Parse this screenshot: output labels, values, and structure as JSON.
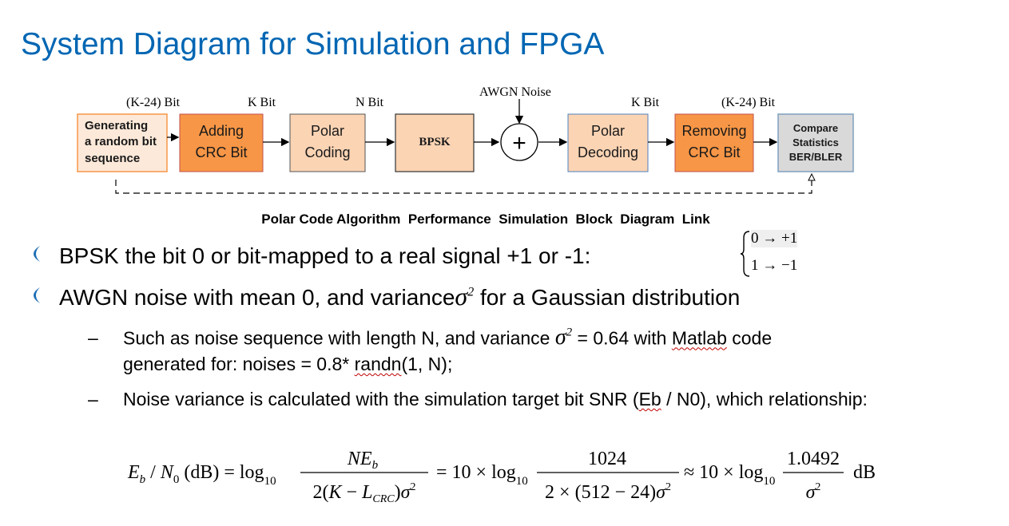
{
  "title": "System Diagram for Simulation and FPGA",
  "diagram": {
    "blocks": [
      {
        "id": "gen",
        "lines": [
          "Generating",
          "a random bit",
          "sequence"
        ]
      },
      {
        "id": "crc",
        "lines": [
          "Adding",
          "CRC Bit"
        ]
      },
      {
        "id": "polar",
        "lines": [
          "Polar",
          "Coding"
        ]
      },
      {
        "id": "bpsk",
        "lines": [
          "BPSK"
        ]
      },
      {
        "id": "dec",
        "lines": [
          "Polar",
          "Decoding"
        ]
      },
      {
        "id": "rem",
        "lines": [
          "Removing",
          "CRC Bit"
        ]
      },
      {
        "id": "cmp",
        "lines": [
          "Compare",
          "Statistics",
          "BER/BLER"
        ]
      }
    ],
    "edge_labels": [
      "(K-24) Bit",
      "K Bit",
      "N Bit",
      "K Bit",
      "(K-24) Bit"
    ],
    "noise_label": "AWGN Noise",
    "adder_symbol": "+",
    "caption": "Polar Code Algorithm  Performance  Simulation  Block  Diagram  Link"
  },
  "bullets": [
    {
      "text": "BPSK the bit 0 or bit-mapped to a real signal +1 or -1:"
    },
    {
      "text_before": "AWGN noise with mean 0,  and variance",
      "text_after": "for a Gaussian distribution"
    }
  ],
  "mapping": {
    "line1": "0 → +1",
    "line2": "1 → −1"
  },
  "sigma_symbol": "σ",
  "sigma_exp": "2",
  "sub_bullets": [
    {
      "part1": "Such as noise sequence with length N,  and variance",
      "part2": "= 0.64  with",
      "matlab": "Matlab",
      "part3": "code",
      "line2a": "generated for:  noises = 0.8*",
      "randn": "randn",
      "line2b": "(1, N);"
    },
    {
      "text_a": "Noise variance is calculated with the simulation target bit SNR (",
      "eb": "Eb",
      "text_b": " / N0), which relationship:"
    }
  ],
  "equation": {
    "lhs": "E_b / N_0 (dB) = log10",
    "num1": "NE_b",
    "den1": "2(K − L_CRC)σ²",
    "mid": "= 10 × log10",
    "num2": "1024",
    "den2": "2 × (512 − 24)σ²",
    "approx": "≈ 10 × log10",
    "num3": "1.0492",
    "den3": "σ²",
    "unit": "dB"
  },
  "colors": {
    "title": "#0066b3",
    "peach": "#fbd4b4",
    "orange": "#f79646",
    "gray": "#d9d9d9",
    "gray_border": "#7f9fbf",
    "bullet": "#1f6fb5"
  }
}
